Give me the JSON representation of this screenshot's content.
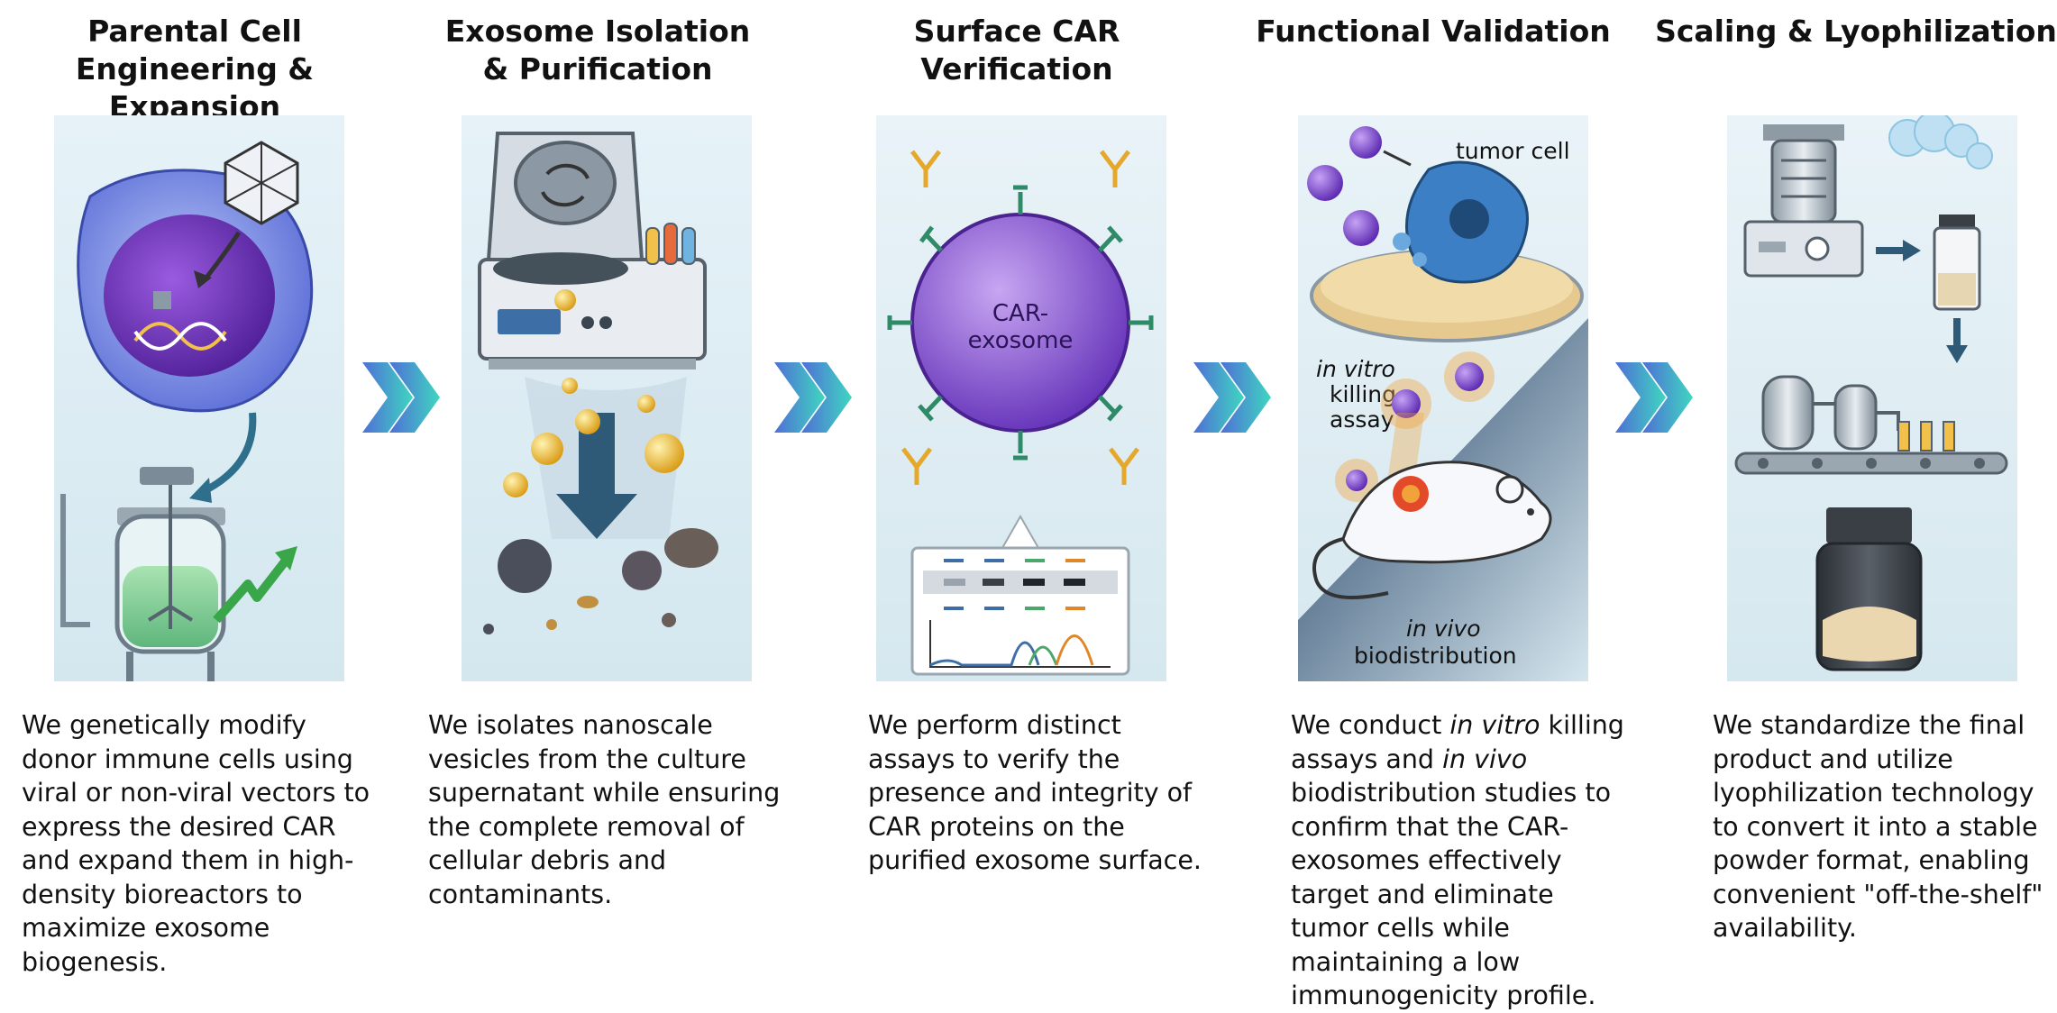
{
  "steps": [
    {
      "title": "Parental Cell\nEngineering & Expansion",
      "description": "We genetically modify donor immune cells using viral or non-viral vectors to express the desired CAR and expand them in high-density bioreactors to maximize exosome biogenesis."
    },
    {
      "title": "Exosome Isolation\n& Purification",
      "description": "We isolates nanoscale vesicles from the culture supernatant while ensuring the complete removal of cellular debris and contaminants."
    },
    {
      "title": "Surface CAR Verification",
      "description": "We perform distinct assays to verify the presence and integrity of CAR proteins on the purified exosome surface.",
      "exosome_label_line1": "CAR-",
      "exosome_label_line2": "exosome"
    },
    {
      "title": "Functional Validation",
      "desc_part1": "We conduct ",
      "desc_italic1": "in vitro",
      "desc_part2": " killing assays and ",
      "desc_italic2": "in vivo",
      "desc_part3": " biodistribution studies to confirm that the CAR-exosomes effectively target and eliminate tumor cells while maintaining a low immunogenicity profile.",
      "label_tumor": "tumor cell",
      "label_invitro_1": "in vitro",
      "label_invitro_2": "killing",
      "label_invitro_3": "assay",
      "label_invivo_1": "in vivo",
      "label_invivo_2": "biodistribution"
    },
    {
      "title": "Scaling & Lyophilization",
      "description": "We standardize the final product and utilize lyophilization technology to convert it into a stable powder format, enabling convenient \"off-the-shelf\" availability."
    }
  ],
  "colors": {
    "chevron_start": "#4f6fd6",
    "chevron_end": "#3fd6c0",
    "exosome_purple": "#7b4fd0",
    "cell_blue": "#3d7fc4"
  }
}
